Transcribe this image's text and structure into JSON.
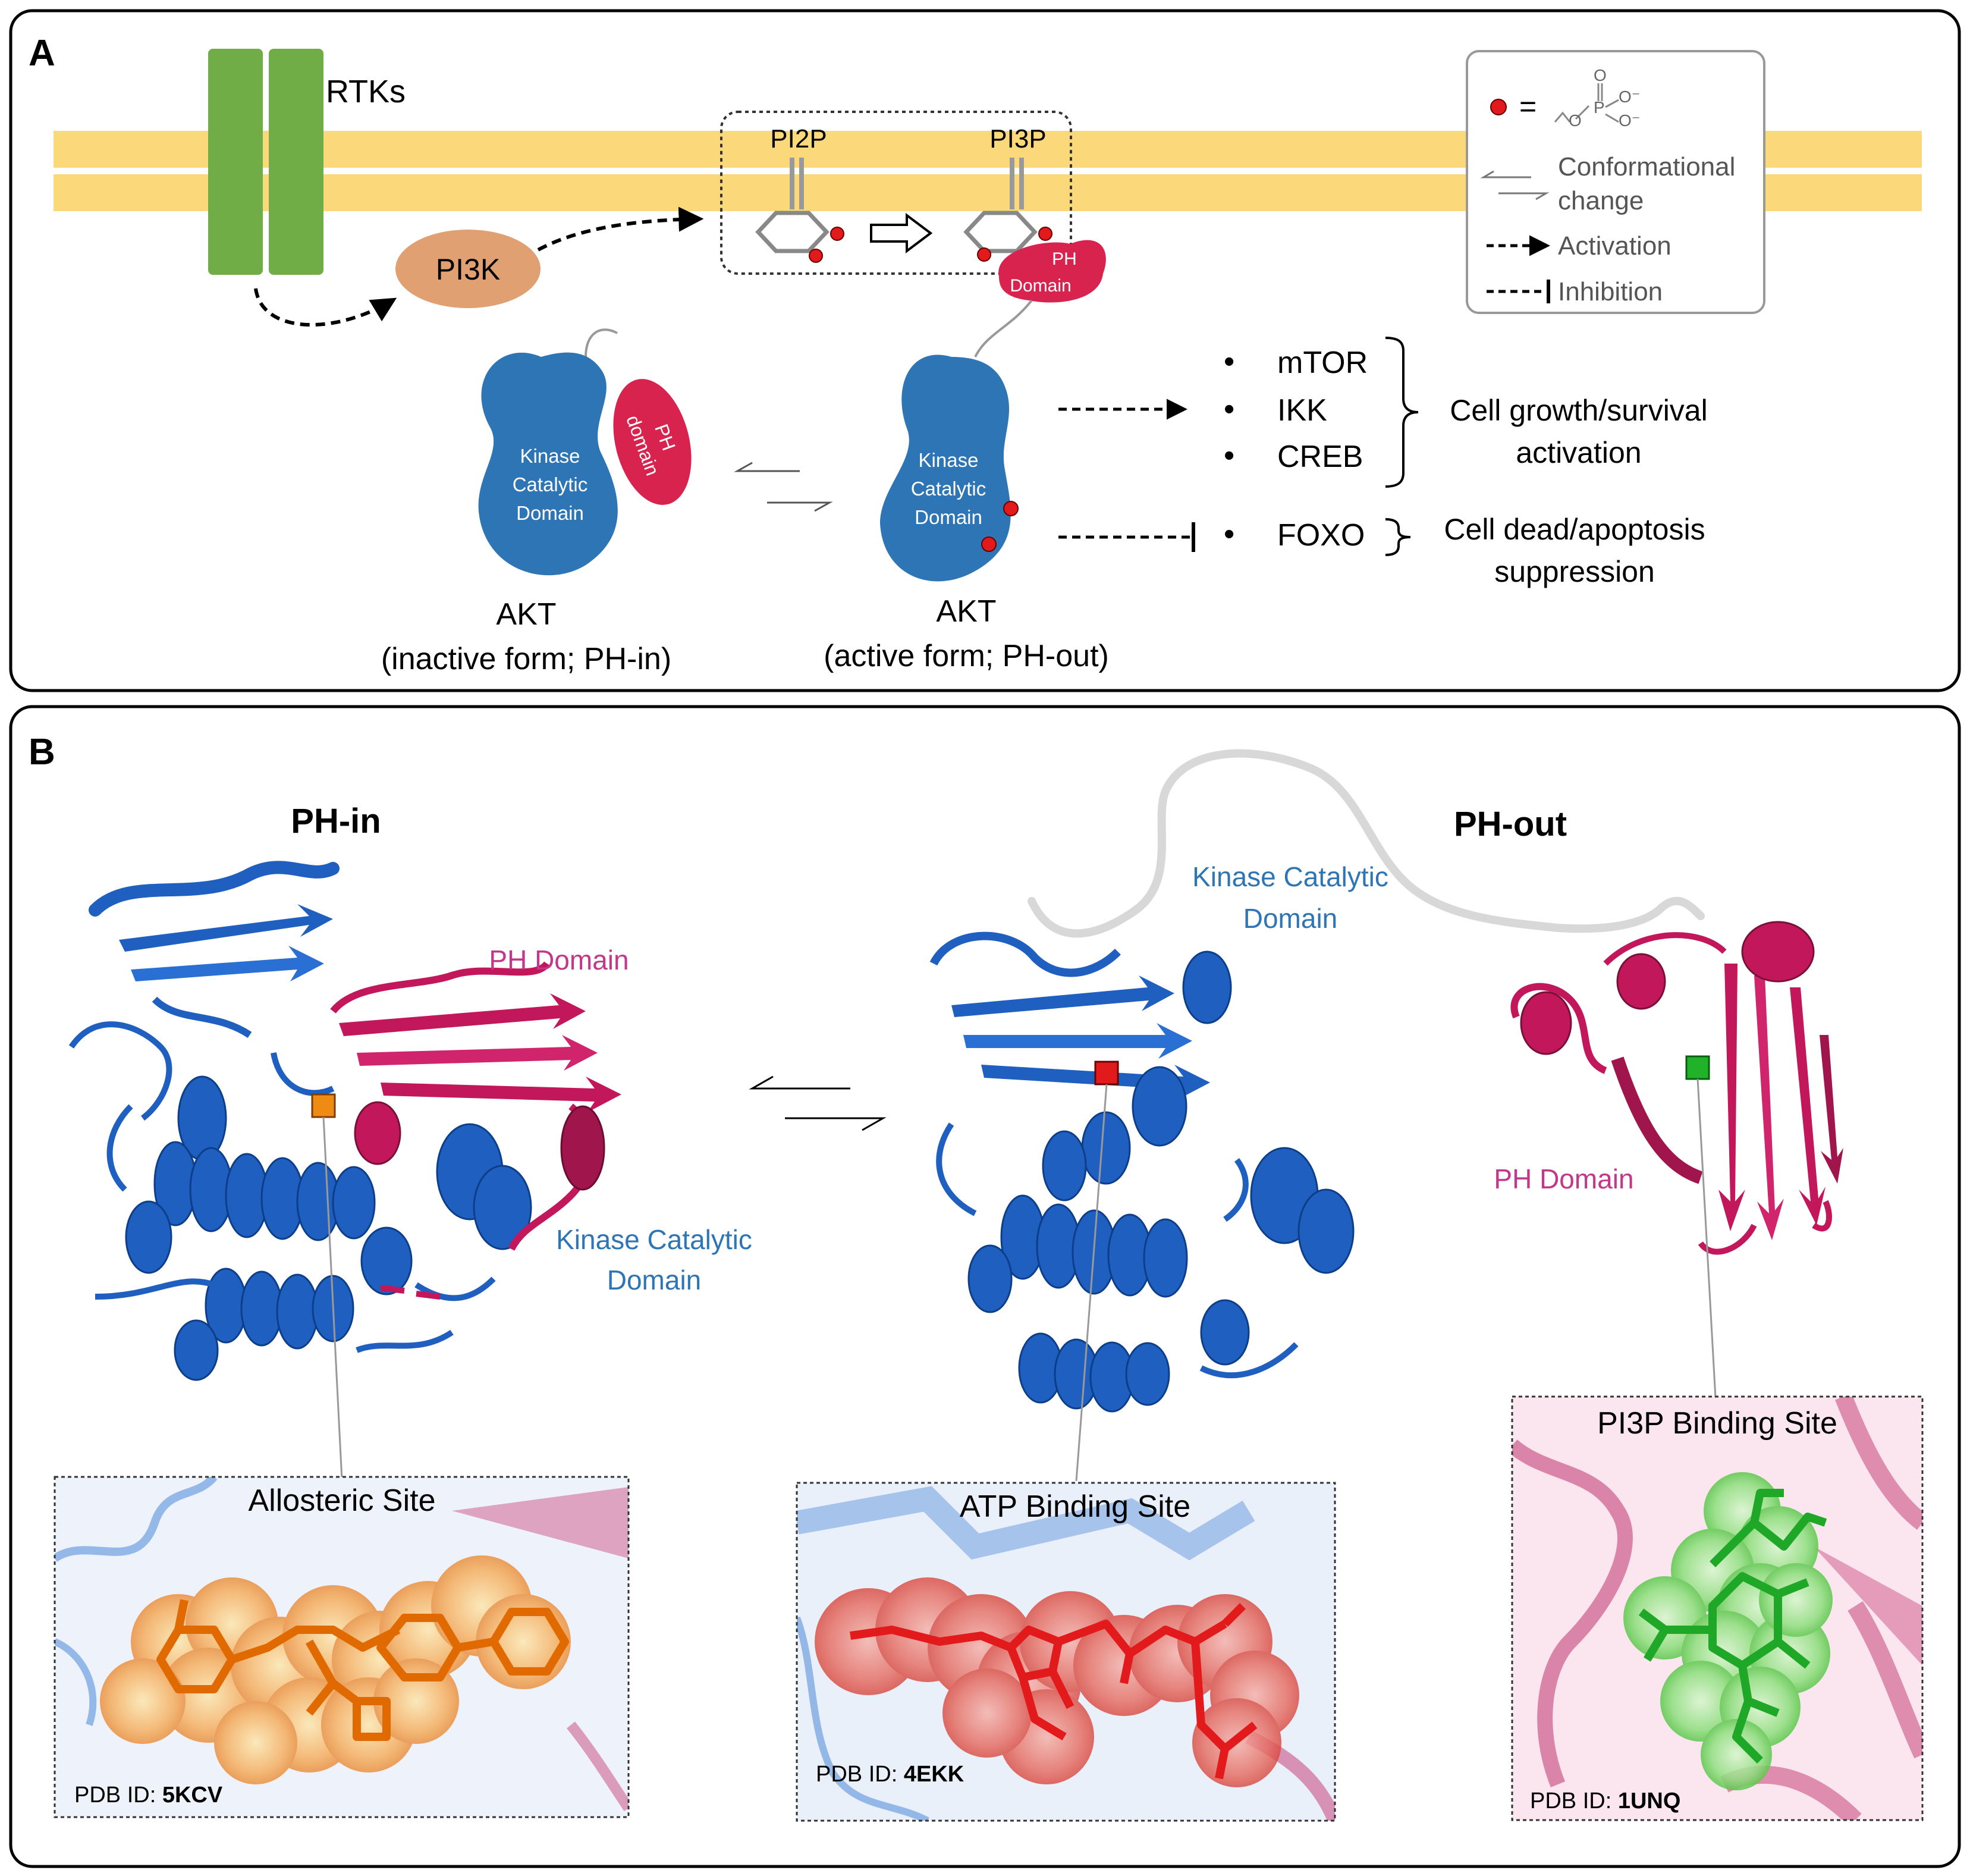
{
  "panel_a": {
    "letter": "A",
    "rtks_label": "RTKs",
    "pi3k_label": "PI3K",
    "pi2p_label": "PI2P",
    "pi3p_label": "PI3P",
    "ph_domain_bubble": [
      "PH",
      "Domain"
    ],
    "inactive_kinase_label": [
      "Kinase",
      "Catalytic",
      "Domain"
    ],
    "inactive_ph_label": [
      "PH",
      "domain"
    ],
    "active_kinase_label": [
      "Kinase",
      "Catalytic",
      "Domain"
    ],
    "akt_inactive": [
      "AKT",
      "(inactive form; PH-in)"
    ],
    "akt_active": [
      "AKT",
      "(active form; PH-out)"
    ],
    "targets_growth": [
      "mTOR",
      "IKK",
      "CREB"
    ],
    "targets_death": [
      "FOXO"
    ],
    "bullet": "•",
    "growth_effect": [
      "Cell growth/survival",
      "activation"
    ],
    "death_effect": [
      "Cell dead/apoptosis",
      "suppression"
    ],
    "legend": {
      "phosphate_equals": "=",
      "phosphate_o": "O",
      "phosphate_p": "P",
      "phosphate_o_minus": "O⁻",
      "conformational": [
        "Conformational",
        "change"
      ],
      "activation": "Activation",
      "inhibition": "Inhibition"
    }
  },
  "panel_b": {
    "letter": "B",
    "ph_in_title": "PH-in",
    "ph_out_title": "PH-out",
    "left_ph_domain": "PH Domain",
    "left_kinase": [
      "Kinase Catalytic",
      "Domain"
    ],
    "center_kinase": [
      "Kinase Catalytic",
      "Domain"
    ],
    "right_ph_domain": "PH Domain",
    "insets": [
      {
        "title": "Allosteric Site",
        "pdb_prefix": "PDB ID: ",
        "pdb_id": "5KCV"
      },
      {
        "title": "ATP Binding Site",
        "pdb_prefix": "PDB ID: ",
        "pdb_id": "4EKK"
      },
      {
        "title": "PI3P Binding Site",
        "pdb_prefix": "PDB ID: ",
        "pdb_id": "1UNQ"
      }
    ]
  },
  "colors": {
    "membrane": "#fbd97a",
    "rtk": "#70ad47",
    "pi3k": "#e0a072",
    "kinase_blue": "#2e75b6",
    "ph_red": "#d9234f",
    "phosphate": "#e31a1c",
    "protein_blue": "#1f5fbf",
    "protein_magenta": "#c2185b",
    "label_blue": "#2e75b6",
    "label_magenta": "#c2378a",
    "ligand_orange": "#ef8a12",
    "ligand_red": "#e31a1c",
    "ligand_green": "#22b22a"
  }
}
